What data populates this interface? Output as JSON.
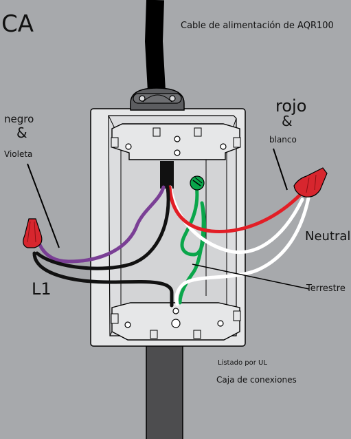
{
  "labels": {
    "ca": "CA",
    "cable": "Cable de alimentación de AQR100",
    "negro": "negro",
    "amp_left": "&",
    "violeta": "Violeta",
    "rojo": "rojo",
    "amp_right": "&",
    "blanco": "blanco",
    "neutral": "Neutral",
    "l1": "L1",
    "terrestre": "Terrestre",
    "listado": "Listado por UL",
    "caja": "Caja de conexiones"
  },
  "colors": {
    "background": "#a7a9ac",
    "box": "#e6e7e8",
    "box_inner": "#d9dadc",
    "wire_black": "#111111",
    "wire_purple": "#7a3f95",
    "wire_red": "#e21e26",
    "wire_white": "#ffffff",
    "wire_green": "#0aa64b",
    "wire_nut": "#d7262e",
    "conduit": "#4d4d4f"
  },
  "icons": [
    "wire-nut-left-icon",
    "wire-nut-right-icon",
    "ground-screw-icon",
    "cable-clamp-icon"
  ]
}
